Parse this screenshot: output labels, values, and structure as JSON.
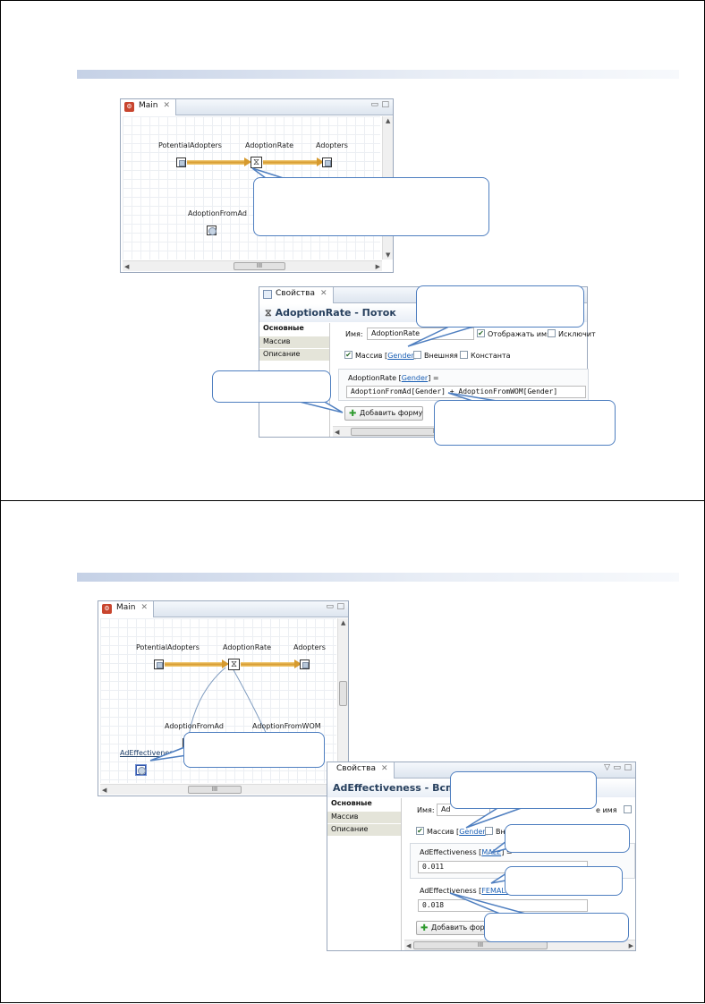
{
  "slide1": {
    "canvas": {
      "tab": "Main",
      "labels": {
        "potential_adopters": "PotentialAdopters",
        "adoption_rate": "AdoptionRate",
        "adopters": "Adopters",
        "adoption_from_ad": "AdoptionFromAd"
      },
      "scroll_thumb": "III"
    },
    "props": {
      "tab": "Свойства",
      "title": "AdoptionRate - Поток",
      "sidebar": [
        "Основные",
        "Массив",
        "Описание"
      ],
      "name_label": "Имя:",
      "name_value": "AdoptionRate",
      "show_name": "Отображать имя",
      "exclude": "Исключит",
      "array_label": "Массив",
      "array_dim": "Gender",
      "external": "Внешняя",
      "constant": "Константа",
      "formula_prefix": "AdoptionRate",
      "formula_dim": "Gender",
      "formula_suffix": " =",
      "formula": "AdoptionFromAd[Gender] + AdoptionFromWOM[Gender]",
      "add_formula": "Добавить формулу",
      "scroll_thumb": "III"
    }
  },
  "slide2": {
    "canvas": {
      "tab": "Main",
      "labels": {
        "potential_adopters": "PotentialAdopters",
        "adoption_rate": "AdoptionRate",
        "adopters": "Adopters",
        "adoption_from_ad": "AdoptionFromAd",
        "adoption_from_wom": "AdoptionFromWOM",
        "ad_effectiveness": "AdEffectiveness"
      },
      "scroll_thumb": "III"
    },
    "props": {
      "tab": "Свойства",
      "title": "AdEffectiveness - Вспомо",
      "sidebar": [
        "Основные",
        "Массив",
        "Описание"
      ],
      "name_label": "Имя:",
      "name_value": "Ad",
      "show_name": "е имя",
      "array_label": "Массив",
      "array_dim": "Gender",
      "external": "Вн",
      "formula1_prefix": "AdEffectiveness",
      "formula1_dim": "MALE",
      "formula1_suffix": " =",
      "formula1_value": "0.011",
      "formula2_prefix": "AdEffectiveness",
      "formula2_dim": "FEMALE",
      "formula2_suffix": " =",
      "formula2_value": "0.018",
      "add_formula": "Добавить форму",
      "scroll_thumb": "III"
    }
  }
}
